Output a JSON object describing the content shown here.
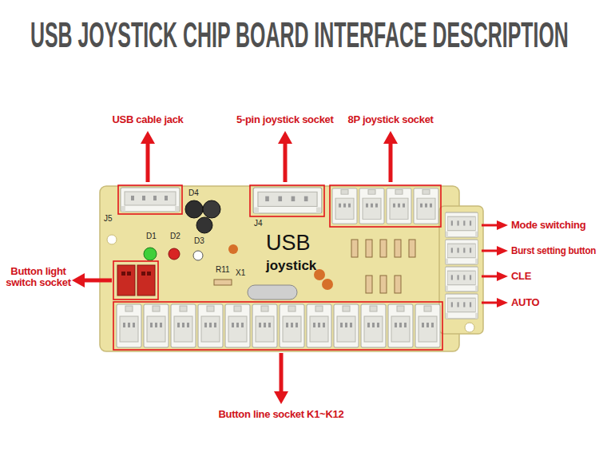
{
  "diagram": {
    "title": "USB JOYSTICK CHIP BOARD INTERFACE DESCRIPTION",
    "labels": [
      "USB cable jack",
      "5-pin joystick socket",
      "8P joystick socket",
      "Mode switching",
      "Burst setting button",
      "CLE",
      "AUTO",
      "Button light switch socket",
      "Button line socket K1~K12",
      "J5",
      "J4",
      "D1",
      "D2",
      "D3",
      "D4",
      "USB",
      "joystick",
      "X1",
      "R11"
    ]
  }
}
